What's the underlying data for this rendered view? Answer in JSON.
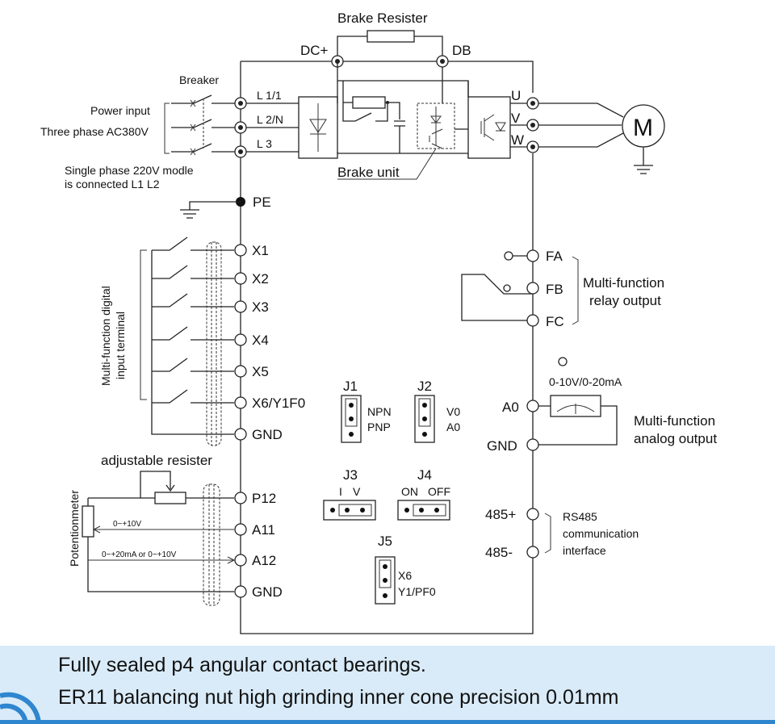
{
  "labels": {
    "brake_resister": "Brake Resister",
    "dc_plus": "DC+",
    "db": "DB",
    "breaker": "Breaker",
    "power_input": "Power input",
    "three_phase": "Three phase AC380V",
    "single_phase_1": "Single phase 220V modle",
    "single_phase_2": "is connected L1 L2",
    "l1": "L 1/1",
    "l2": "L 2/N",
    "l3": "L 3",
    "brake_unit": "Brake unit",
    "u": "U",
    "v": "V",
    "w": "W",
    "motor": "M",
    "pe": "PE",
    "digital_input_1": "Multi-function digital",
    "digital_input_2": "input terminal",
    "fa": "FA",
    "fb": "FB",
    "fc": "FC",
    "relay_1": "Multi-function",
    "relay_2": "relay output",
    "analog_range": "0-10V/0-20mA",
    "a0": "A0",
    "gnd_right": "GND",
    "analog_1": "Multi-function",
    "analog_2": "analog output",
    "rs485_plus": "485+",
    "rs485_minus": "485-",
    "rs485_1": "RS485",
    "rs485_2": "communication",
    "rs485_3": "interface",
    "adjustable_resister": "adjustable resister",
    "potentiometer": "Potentionmeter",
    "p12": "P12",
    "a11": "A11",
    "a12": "A12",
    "gnd_bottom": "GND",
    "a11_range": "0~+10V",
    "a12_range": "0~+20mA or 0~+10V"
  },
  "digital_inputs": [
    "X1",
    "X2",
    "X3",
    "X4",
    "X5",
    "X6/Y1F0",
    "GND"
  ],
  "jumpers": {
    "j1": {
      "name": "J1",
      "opt1": "NPN",
      "opt2": "PNP"
    },
    "j2": {
      "name": "J2",
      "opt1": "V0",
      "opt2": "A0"
    },
    "j3": {
      "name": "J3",
      "opt1": "I",
      "opt2": "V"
    },
    "j4": {
      "name": "J4",
      "opt1": "ON",
      "opt2": "OFF"
    },
    "j5": {
      "name": "J5",
      "opt1": "X6",
      "opt2": "Y1/PF0"
    }
  },
  "footer": {
    "line1": "Fully sealed p4 angular contact bearings.",
    "line2": "ER11 balancing nut high grinding inner cone precision 0.01mm"
  },
  "colors": {
    "footer_bg": "#d9ebf8",
    "footer_accent": "#2f86cf",
    "line": "#222222"
  }
}
